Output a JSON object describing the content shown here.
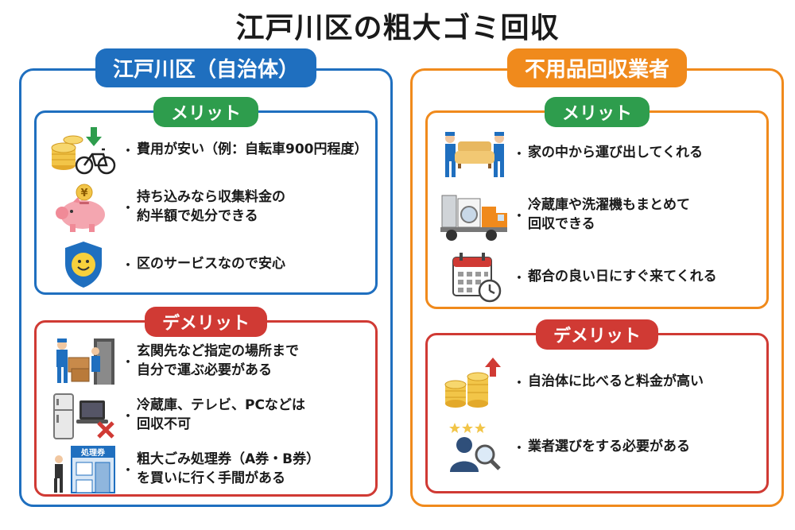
{
  "title": "江戸川区の粗大ゴミ回収",
  "left": {
    "header": "江戸川区（自治体）",
    "merit_label": "メリット",
    "merits": [
      {
        "icon": "coins-bicycle-icon",
        "text": "費用が安い（例：自転車900円程度）"
      },
      {
        "icon": "piggy-bank-icon",
        "text": "持ち込みなら収集料金の\n約半額で処分できる"
      },
      {
        "icon": "shield-smile-icon",
        "text": "区のサービスなので安心"
      }
    ],
    "demerit_label": "デメリット",
    "demerits": [
      {
        "icon": "carrying-boxes-icon",
        "text": "玄関先など指定の場所まで\n自分で運ぶ必要がある"
      },
      {
        "icon": "fridge-laptop-x-icon",
        "text": "冷蔵庫、テレビ、PCなどは\n回収不可"
      },
      {
        "icon": "ticket-shop-icon",
        "text": "粗大ごみ処理券（A券・B券）\nを買いに行く手間がある",
        "sign": "処理券"
      }
    ]
  },
  "right": {
    "header": "不用品回収業者",
    "merit_label": "メリット",
    "merits": [
      {
        "icon": "movers-sofa-icon",
        "text": "家の中から運び出してくれる"
      },
      {
        "icon": "truck-appliances-icon",
        "text": "冷蔵庫や洗濯機もまとめて\n回収できる"
      },
      {
        "icon": "calendar-clock-icon",
        "text": "都合の良い日にすぐ来てくれる"
      }
    ],
    "demerit_label": "デメリット",
    "demerits": [
      {
        "icon": "coins-up-arrow-icon",
        "text": "自治体に比べると料金が高い"
      },
      {
        "icon": "person-search-stars-icon",
        "text": "業者選びをする必要がある"
      }
    ]
  },
  "colors": {
    "municipal_blue": "#1f6fbf",
    "vendor_orange": "#f08a1c",
    "merit_green": "#2e9d4d",
    "demerit_red": "#d03a34"
  }
}
